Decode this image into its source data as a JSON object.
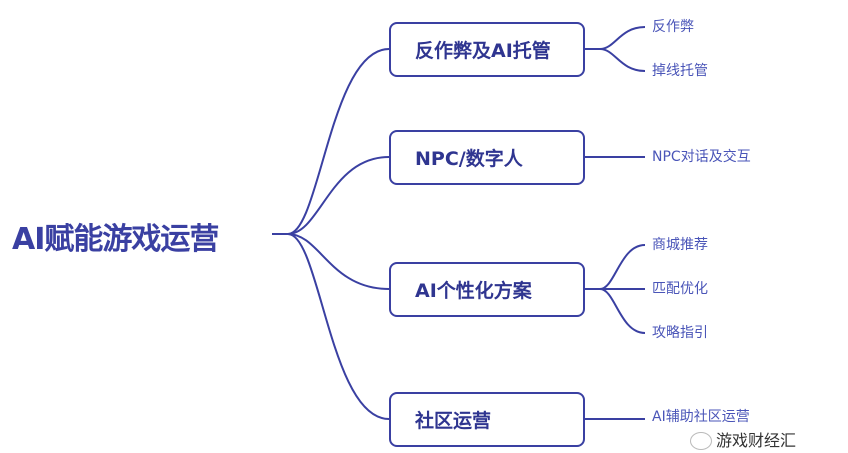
{
  "root": "AI赋能游戏运营",
  "branches": [
    {
      "label": "反作弊及AI托管",
      "leaves": [
        "反作弊",
        "掉线托管"
      ]
    },
    {
      "label": "NPC/数字人",
      "leaves": [
        "NPC对话及交互"
      ]
    },
    {
      "label": "AI个性化方案",
      "leaves": [
        "商城推荐",
        "匹配优化",
        "攻略指引"
      ]
    },
    {
      "label": "社区运营",
      "leaves": [
        "AI辅助社区运营"
      ]
    }
  ],
  "watermark": "游戏财经汇",
  "colors": {
    "line": "#3a40a2"
  }
}
